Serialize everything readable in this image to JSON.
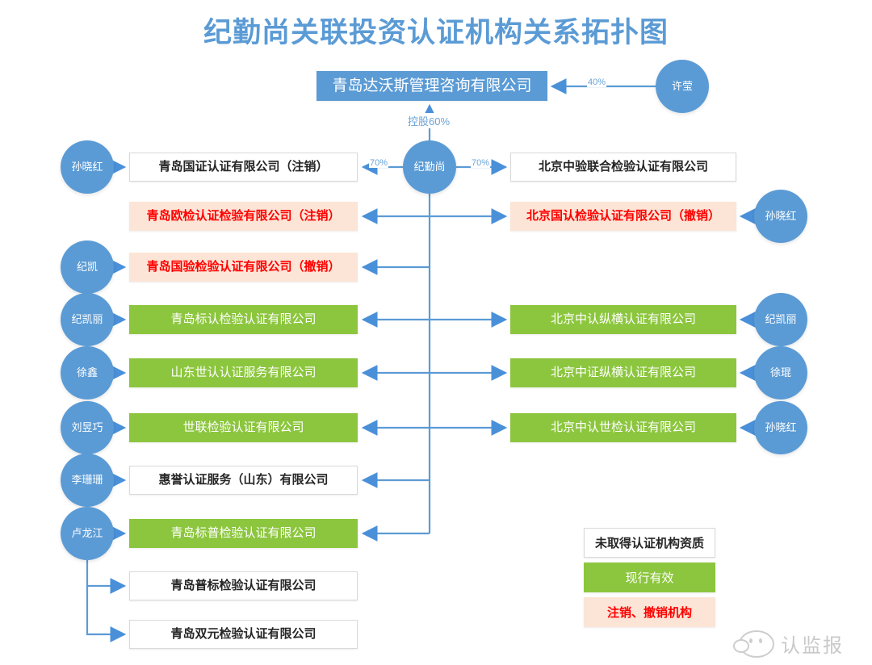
{
  "title": "纪勤尚关联投资认证机构关系拓扑图",
  "top": {
    "company": "青岛达沃斯管理咨询有限公司",
    "shareholder": "许莹",
    "shareholder_pct": "40%",
    "control_label": "控股60%"
  },
  "center": {
    "person": "纪勤尚",
    "left_pct": "70%",
    "right_pct": "70%"
  },
  "left_rows": [
    {
      "person": "孙晓红",
      "company": "青岛国证认证有限公司（注销）",
      "style": "white"
    },
    {
      "person": "",
      "company": "青岛欧检认证检验有限公司（注销）",
      "style": "peach"
    },
    {
      "person": "纪凯",
      "company": "青岛国验检验认证有限公司（撤销）",
      "style": "peach"
    },
    {
      "person": "纪凯丽",
      "company": "青岛标认检验认证有限公司",
      "style": "green"
    },
    {
      "person": "徐鑫",
      "company": "山东世认认证服务有限公司",
      "style": "green"
    },
    {
      "person": "刘昱巧",
      "company": "世联检验认证有限公司",
      "style": "green"
    },
    {
      "person": "李珊珊",
      "company": "惠誉认证服务（山东）有限公司",
      "style": "white"
    },
    {
      "person": "卢龙江",
      "company": "青岛标普检验认证有限公司",
      "style": "green"
    }
  ],
  "left_sub_rows": [
    {
      "company": "青岛普标检验认证有限公司",
      "style": "white"
    },
    {
      "company": "青岛双元检验认证有限公司",
      "style": "white"
    }
  ],
  "right_rows": [
    {
      "person": "",
      "company": "北京中验联合检验认证有限公司",
      "style": "white"
    },
    {
      "person": "孙晓红",
      "company": "北京国认检验认证有限公司（撤销）",
      "style": "peach"
    },
    {
      "person": "纪凯丽",
      "company": "北京中认纵横认证有限公司",
      "style": "green"
    },
    {
      "person": "徐琨",
      "company": "北京中证纵横认证有限公司",
      "style": "green"
    },
    {
      "person": "孙晓红",
      "company": "北京中认世检认证有限公司",
      "style": "green"
    }
  ],
  "legend": [
    {
      "label": "未取得认证机构资质",
      "style": "white"
    },
    {
      "label": "现行有效",
      "style": "green"
    },
    {
      "label": "注销、撤销机构",
      "style": "peach"
    }
  ],
  "watermark": {
    "text": "认监报"
  },
  "colors": {
    "brand_blue": "#5b9bd5",
    "green": "#8cc63e",
    "peach": "#fce5d6",
    "red_text": "#ff0000",
    "line_blue": "#5b9bd5"
  }
}
